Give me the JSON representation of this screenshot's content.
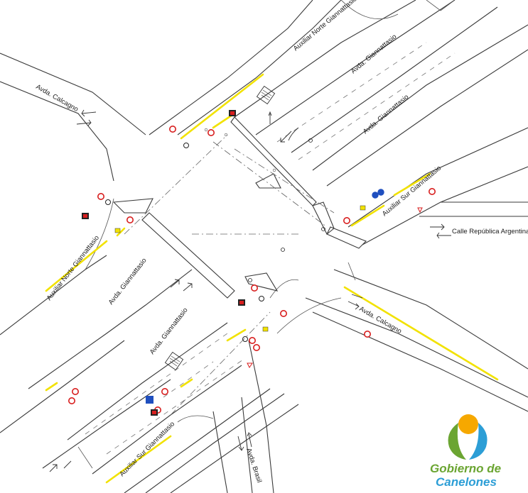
{
  "streets": [
    {
      "id": "aux-norte-top",
      "label": "Auxiliar Norte Giannattasio"
    },
    {
      "id": "avda-gian-top",
      "label": "Avda. Giannattasio"
    },
    {
      "id": "avda-gian-top-2",
      "label": "Avda. Giannattasio"
    },
    {
      "id": "calcagno-left",
      "label": "Avda. Calcagno"
    },
    {
      "id": "aux-sur-right",
      "label": "Auxiliar Sur Giannattasio"
    },
    {
      "id": "calle-rep-arg",
      "label": "Calle República Argentina"
    },
    {
      "id": "aux-norte-left",
      "label": "Auxiliar Norte Giannattasio"
    },
    {
      "id": "avda-gian-bottom",
      "label": "Avda. Giannattasio"
    },
    {
      "id": "avda-gian-bottom-2",
      "label": "Avda. Giannattasio"
    },
    {
      "id": "calcagno-right",
      "label": "Avda. Calcagno"
    },
    {
      "id": "aux-sur-bottom",
      "label": "Auxiliar Sur Giannattasio"
    },
    {
      "id": "brasil",
      "label": "Avda. Brasil"
    }
  ],
  "logo": {
    "line1": "Gobierno de",
    "line2": "Canelones",
    "colors": {
      "sun": "#f6a800",
      "left_leaf": "#6ba532",
      "right_leaf": "#2c9ed6",
      "text_green": "#6ba532",
      "text_blue": "#2c9ed6"
    }
  },
  "colors": {
    "road_lines": "#3a3a3a",
    "yellow_marking": "#f2e200",
    "sign_red": "#d81e1e",
    "sign_blue": "#1f4fbf"
  },
  "icons": [
    "traffic-sign-icon",
    "traffic-light-icon",
    "direction-arrow-icon",
    "crosswalk-icon",
    "bus-stop-icon"
  ]
}
